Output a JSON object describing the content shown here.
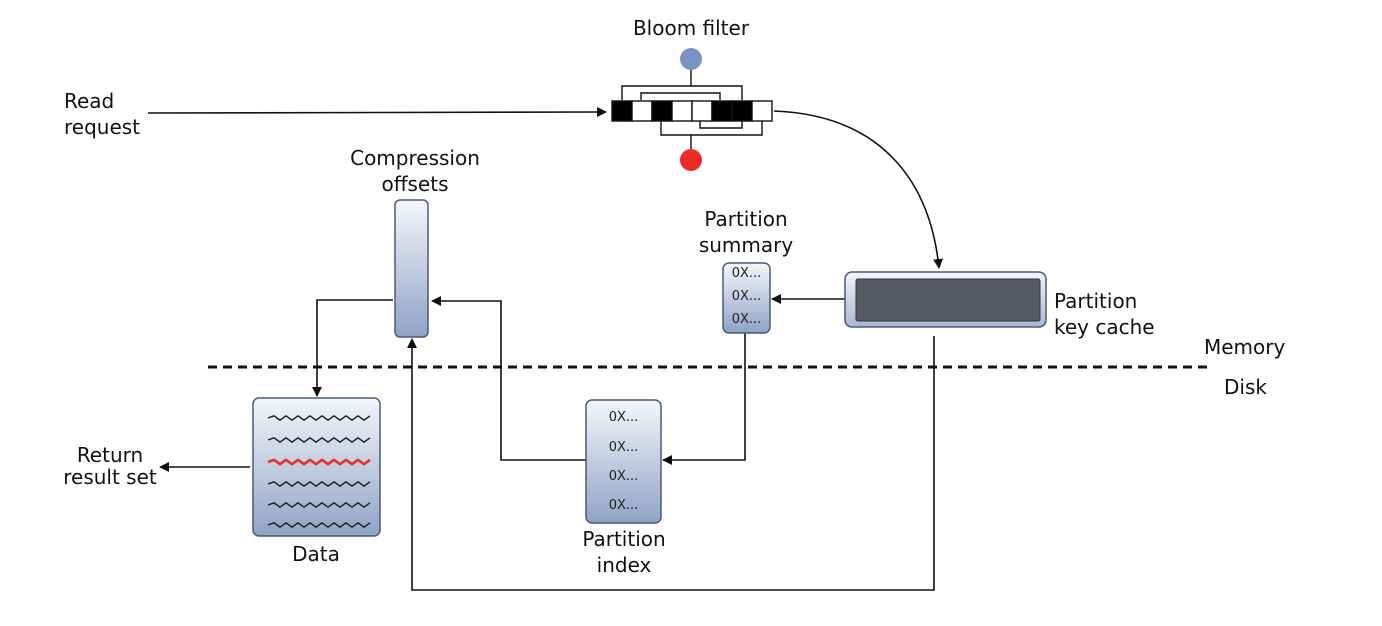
{
  "labels": {
    "read_request": [
      "Read",
      "request"
    ],
    "bloom_filter": "Bloom filter",
    "compression_offsets": [
      "Compression",
      "offsets"
    ],
    "partition_summary": [
      "Partition",
      "summary"
    ],
    "partition_key_cache": [
      "Partition",
      "key cache"
    ],
    "memory": "Memory",
    "disk": "Disk",
    "return_result_set": [
      "Return",
      "result set"
    ],
    "data": "Data",
    "partition_index": [
      "Partition",
      "index"
    ]
  },
  "summary_entries": [
    "0X...",
    "0X...",
    "0X..."
  ],
  "index_entries": [
    "0X...",
    "0X...",
    "0X...",
    "0X..."
  ],
  "bloom_bits": [
    1,
    0,
    1,
    0,
    0,
    1,
    1,
    0
  ],
  "colors": {
    "pin_top": "#7a93c0",
    "pin_bottom": "#ee2a24",
    "highlight_line": "#e8302a",
    "box_gradient_top": "#f4f7fb",
    "box_gradient_bottom": "#8ea3c5",
    "cache_fill": "#575a60"
  }
}
